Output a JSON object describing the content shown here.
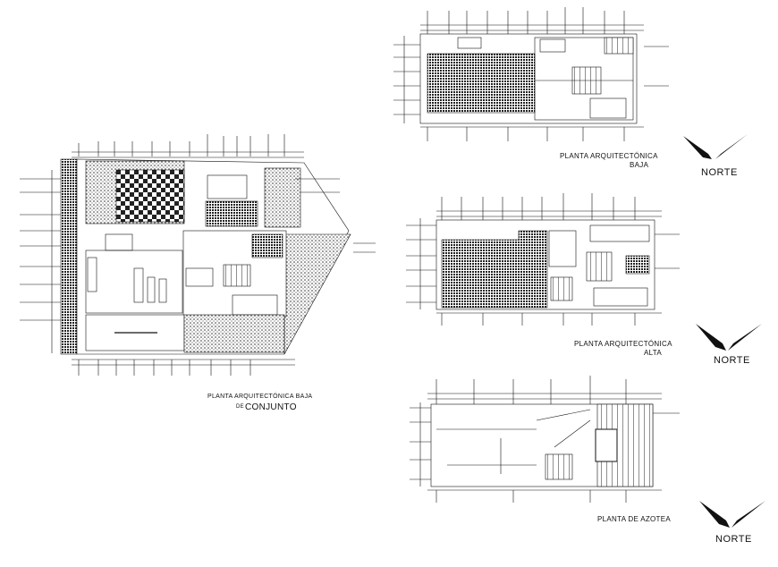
{
  "drawing": {
    "plans": [
      {
        "id": "conjunto",
        "title_line1": "PLANTA ARQUITECTÓNICA BAJA",
        "title_prefix": "DE",
        "title_main": "CONJUNTO"
      },
      {
        "id": "baja",
        "title_line1": "PLANTA ARQUITECTÓNICA",
        "title_line2": "BAJA",
        "north_label": "NORTE"
      },
      {
        "id": "alta",
        "title_line1": "PLANTA ARQUITECTÓNICA",
        "title_line2": "ALTA",
        "north_label": "NORTE"
      },
      {
        "id": "azotea",
        "title_line1": "PLANTA DE AZOTEA",
        "north_label": "NORTE"
      }
    ],
    "colors": {
      "ink": "#111111",
      "paper": "#ffffff",
      "hatch": "#333333"
    }
  }
}
